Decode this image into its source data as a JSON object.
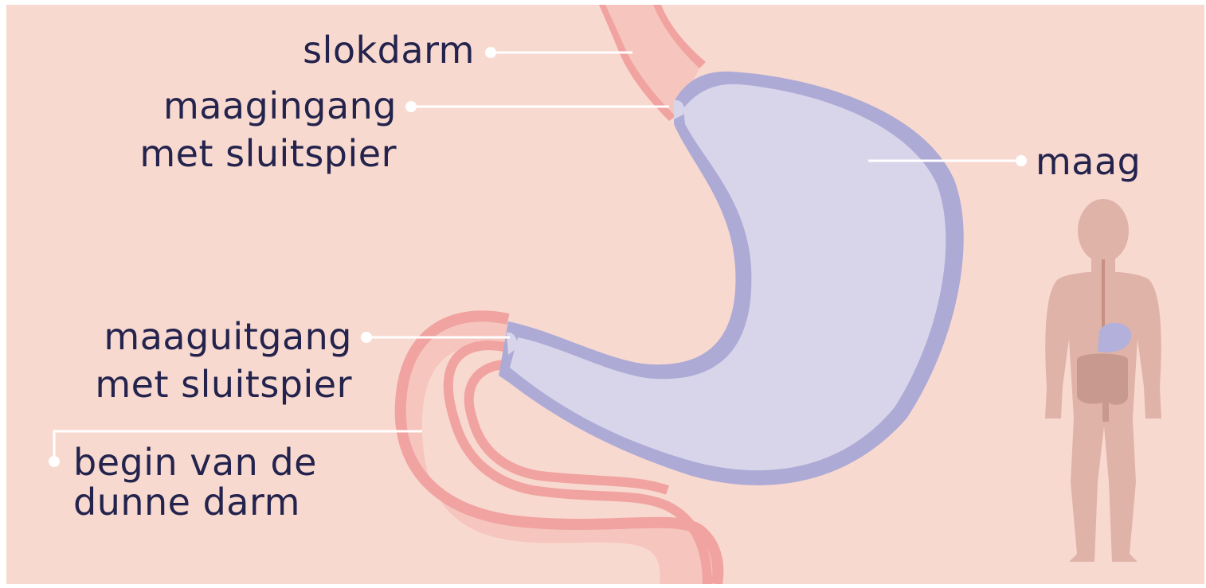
{
  "labels": {
    "esophagus": "slokdarm",
    "inlet_line1": "maagingang",
    "inlet_line2": "met sluitspier",
    "stomach": "maag",
    "outlet_line1": "maaguitgang",
    "outlet_line2": "met sluitspier",
    "intestine_line1": "begin van de",
    "intestine_line2": "dunne darm"
  },
  "colors": {
    "background": "#f8d9cf",
    "stomach_fill": "#d8d4ea",
    "stomach_wall": "#adaad6",
    "intestine_fill": "#f6c5bd",
    "intestine_wall": "#f0a3a0",
    "body_silhouette": "#e0b3a8",
    "text": "#23234d",
    "pointer_line": "#ffffff"
  }
}
